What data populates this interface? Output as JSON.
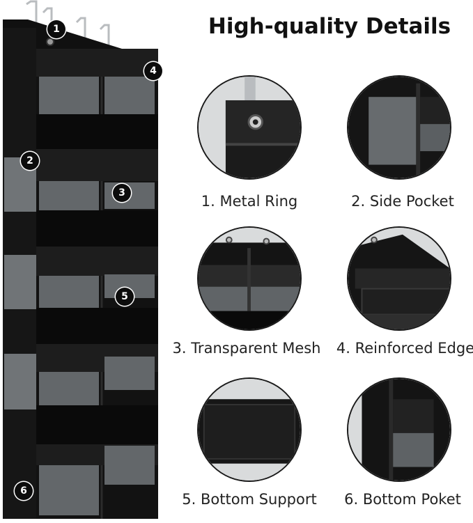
{
  "title": "High-quality Details",
  "badges": [
    "1",
    "2",
    "3",
    "4",
    "5",
    "6"
  ],
  "details": [
    {
      "caption": "1. Metal Ring"
    },
    {
      "caption": "2. Side Pocket"
    },
    {
      "caption": "3. Transparent Mesh"
    },
    {
      "caption": "4. Reinforced Edge"
    },
    {
      "caption": "5. Bottom Support"
    },
    {
      "caption": "6. Bottom Poket"
    }
  ],
  "colors": {
    "fabric": "#141414",
    "mesh": "#6a6d70",
    "background": "#ffffff",
    "badge": "#0c0c0c"
  }
}
